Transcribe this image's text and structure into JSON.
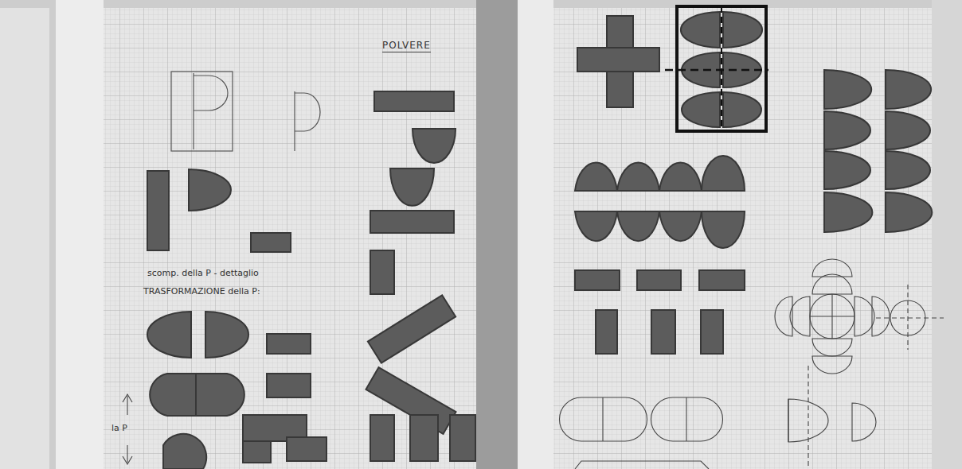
{
  "diagram": {
    "title": "POLVERE",
    "labels": [
      "scomp. della P - dettaglio",
      "TRASFORMAZIONE della P:",
      "la P"
    ]
  }
}
